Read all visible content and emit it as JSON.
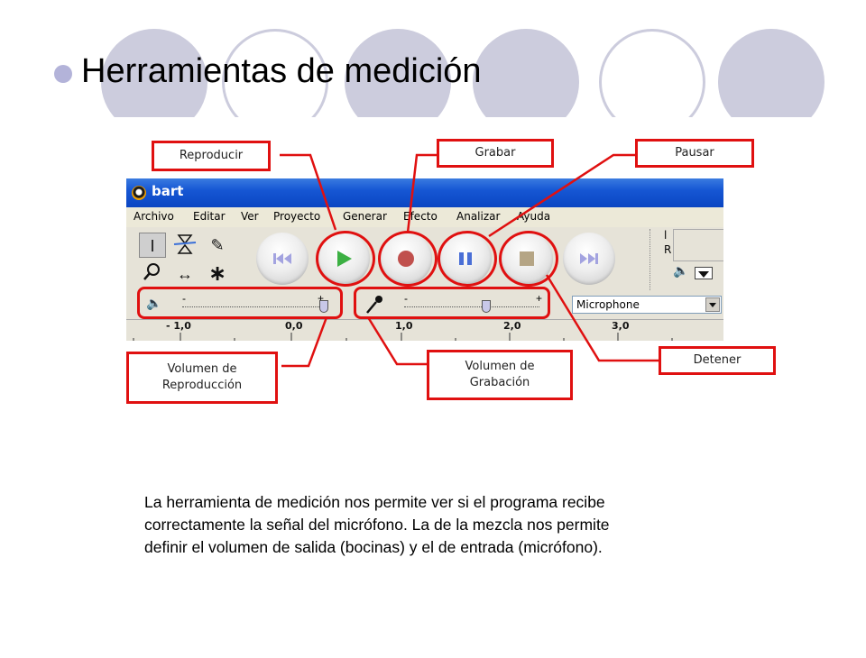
{
  "slide": {
    "title": "Herramientas de medición",
    "description": [
      "La herramienta de medición nos permite ver si el programa recibe",
      "correctamente la señal del micrófono. La de la mezcla nos permite",
      "definir el volumen de salida (bocinas) y el de entrada (micrófono)."
    ]
  },
  "app": {
    "window_title": "bart",
    "menu": [
      "Archivo",
      "Editar",
      "Ver",
      "Proyecto",
      "Generar",
      "Efecto",
      "Analizar",
      "Ayuda"
    ],
    "input_source": "Microphone",
    "meter_labels": [
      "l",
      "R"
    ],
    "ruler_ticks": [
      "- 1,0",
      "0,0",
      "1,0",
      "2,0",
      "3,0"
    ],
    "slider_min": "-",
    "slider_max": "+"
  },
  "annotations": {
    "play": "Reproducir",
    "record": "Grabar",
    "pause": "Pausar",
    "stop": "Detener",
    "playback_volume": "Volumen de Reproducción",
    "record_volume": "Volumen de Grabación"
  },
  "colors": {
    "accent_red": "#e01010",
    "bullet": "#b3b3d9",
    "window_blue": "#1657d4",
    "play_green": "#3cb043",
    "record_red": "#c0504d",
    "pause_blue": "#4a6fd6",
    "stop_tan": "#b5a585",
    "transport_lilac": "#a3a3e0"
  },
  "icons": [
    "skip-start-icon",
    "play-icon",
    "record-icon",
    "pause-icon",
    "stop-icon",
    "skip-end-icon",
    "selection-tool-icon",
    "envelope-tool-icon",
    "draw-tool-icon",
    "zoom-tool-icon",
    "timeshift-tool-icon",
    "multi-tool-icon",
    "speaker-icon",
    "microphone-icon"
  ]
}
